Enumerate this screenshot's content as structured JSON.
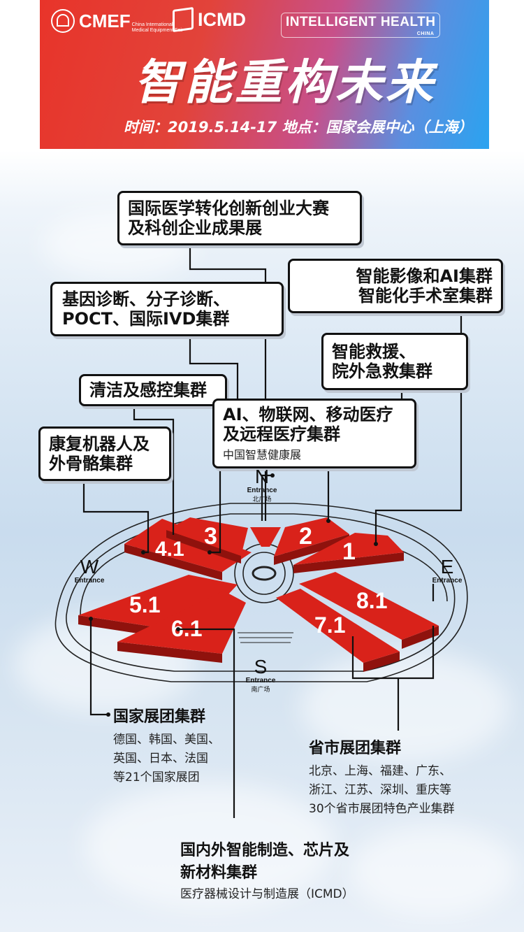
{
  "header": {
    "logo_cmef": "CMEF",
    "logo_cmef_sub_1": "China International",
    "logo_cmef_sub_2": "Medical Equipment Fair",
    "logo_icmd": "ICMD",
    "logo_ih": "INTELLIGENT HEALTH",
    "logo_ih_sub": "CHINA",
    "title": "智能重构未来",
    "time_line": "时间：2019.5.14-17  地点：国家会展中心（上海）"
  },
  "callouts": {
    "innovation": [
      "国际医学转化创新创业大赛",
      "及科创企业成果展"
    ],
    "imaging": [
      "智能影像和AI集群",
      "智能化手术室集群"
    ],
    "gene": [
      "基因诊断、分子诊断、",
      "POCT、国际IVD集群"
    ],
    "rescue": [
      "智能救援、",
      "院外急救集群"
    ],
    "cleaning": [
      "清洁及感控集群"
    ],
    "ai_iot": [
      "AI、物联网、移动医疗",
      "及远程医疗集群"
    ],
    "ai_iot_sub": "中国智慧健康展",
    "rehab": [
      "康复机器人及",
      "外骨骼集群"
    ]
  },
  "compass": {
    "north": "N",
    "north_entrance": "Entrance",
    "north_cn": "北广场",
    "west": "W",
    "west_entrance": "Entrance",
    "east": "E",
    "east_entrance": "Entrance",
    "south": "S",
    "south_entrance": "Entrance",
    "south_cn": "南广场"
  },
  "halls": [
    "4.1",
    "3",
    "2",
    "1",
    "5.1",
    "6.1",
    "7.1",
    "8.1"
  ],
  "info": {
    "national_title": "国家展团集群",
    "national_lines": [
      "德国、韩国、美国、",
      "英国、日本、法国",
      "等21个国家展团"
    ],
    "province_title": "省市展团集群",
    "province_lines": [
      "北京、上海、福建、广东、",
      "浙江、江苏、深圳、重庆等",
      "30个省市展团特色产业集群"
    ],
    "manufacturing_title": [
      "国内外智能制造、芯片及",
      "新材料集群"
    ],
    "manufacturing_sub": "医疗器械设计与制造展（ICMD）"
  },
  "colors": {
    "hall_red": "#d9221a",
    "hall_edge": "#8f120d",
    "banner_red": "#e8342a",
    "banner_blue": "#2aa3f0"
  }
}
